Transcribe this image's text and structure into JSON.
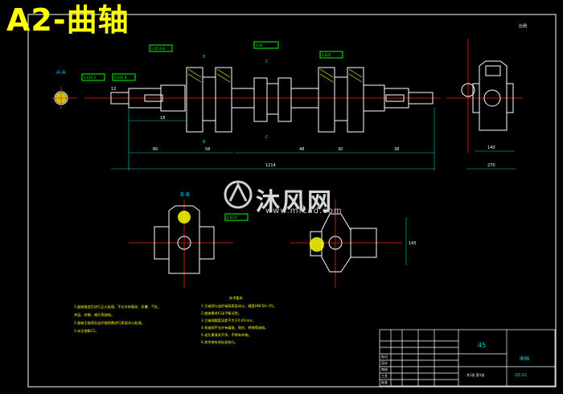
{
  "title": "A2-曲轴",
  "watermark": {
    "brand": "沐风网",
    "url": "www.mfcad.com"
  },
  "scale_note": "比例",
  "section_labels": {
    "a": "A-A",
    "b_b": "B-B",
    "b": "B",
    "c": "C"
  },
  "dimensions": {
    "d_12": "12",
    "d_38": "38",
    "d_80": "80",
    "d_58": "58",
    "d_18": "18",
    "d_30": "30",
    "d_140": "140",
    "d_270": "270",
    "d_1214": "1214",
    "d_145": "145",
    "d_48": "48"
  },
  "tolerance_boxes": {
    "t1": "0.025 A",
    "t2": "0.025 B",
    "t3": "0.05 A-B",
    "t4": "0.02",
    "t5": "0.025",
    "t6": "0.03 A"
  },
  "notes_left": {
    "heading": "",
    "lines": [
      "1.曲轴锻造后进行正火处理，不允许有裂纹、折叠、气孔、",
      "  夹层、砂眼、缩孔等缺陷。",
      "2.曲轴主轴颈及连杆轴颈需进行表面淬火处理。",
      "3.未注倒角C1。"
    ]
  },
  "notes_right": {
    "heading": "技术要求",
    "lines": [
      "1.主轴颈与连杆轴颈表面淬火，硬度HRC50~55。",
      "2.曲轴需进行动平衡试验。",
      "3.主轴颈圆度误差不大于0.01mm。",
      "4.各轴颈不允许有磕碰、划伤、锈蚀等缺陷。",
      "5.油孔需清洗干净，不得有杂物。",
      "6.其余按有关标准执行。"
    ]
  },
  "title_block": {
    "material": "45",
    "part_name": "曲轴",
    "drawing_no": "QZ-01",
    "sheet": "共1张 第1张",
    "rows": [
      "标记",
      "设计",
      "审核",
      "工艺",
      "批准"
    ]
  },
  "colors": {
    "background": "#000000",
    "outline": "#ffffff",
    "center": "#ff2020",
    "dimension": "#00d0d0",
    "section_text": "#00c0ff",
    "tolerance": "#00ff00",
    "title": "#ffff00",
    "notes": "#ffff00",
    "hatch": "#ffff00"
  }
}
